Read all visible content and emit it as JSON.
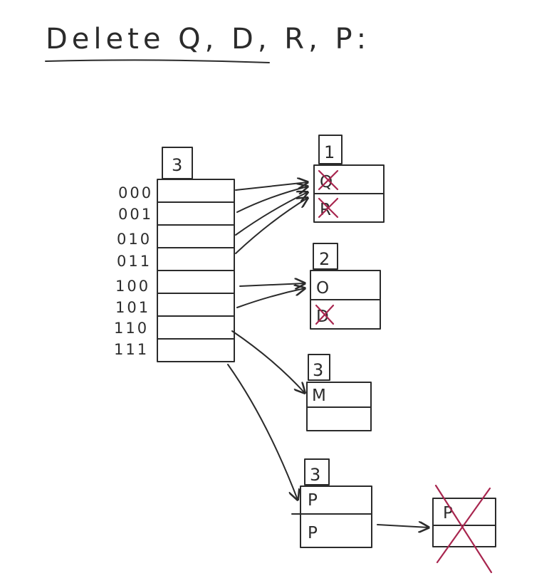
{
  "title": "Delete Q, D, R, P:",
  "directory": {
    "global_depth": "3",
    "entries": [
      "000",
      "001",
      "010",
      "011",
      "100",
      "101",
      "110",
      "111"
    ]
  },
  "buckets": [
    {
      "local_depth": "1",
      "records": [
        "Q",
        "R"
      ],
      "deleted": [
        true,
        true
      ]
    },
    {
      "local_depth": "2",
      "records": [
        "O",
        "D"
      ],
      "deleted": [
        false,
        true
      ]
    },
    {
      "local_depth": "3",
      "records": [
        "M",
        ""
      ],
      "deleted": [
        false,
        false
      ]
    },
    {
      "local_depth": "3",
      "records": [
        "P",
        "P"
      ],
      "deleted": [
        false,
        false
      ]
    }
  ],
  "overflow_bucket": {
    "records": [
      "P",
      ""
    ],
    "deleted": true
  },
  "colors": {
    "ink": "#2b2b2b",
    "deletion_mark": "#a8264f"
  }
}
